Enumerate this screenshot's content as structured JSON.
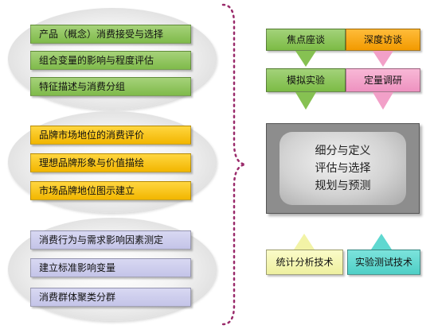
{
  "left_groups": [
    {
      "items": [
        "产品（概念）消费接受与选择",
        "组合变量的影响与程度评估",
        "特征描述与消费分组"
      ]
    },
    {
      "items": [
        "品牌市场地位的消费评价",
        "理想品牌形象与价值描绘",
        "市场品牌地位图示建立"
      ]
    },
    {
      "items": [
        "消费行为与需求影响因素测定",
        "建立标准影响变量",
        "消费群体聚类分群"
      ]
    }
  ],
  "methods": {
    "focus_group": "焦点座谈",
    "in_depth": "深度访谈",
    "simulation": "模拟实验",
    "quant": "定量调研"
  },
  "center": {
    "line1": "细分与定义",
    "line2": "评估与选择",
    "line3": "规划与预测"
  },
  "techniques": {
    "stats": "统计分析技术",
    "experiment": "实验测试技术"
  },
  "colors": {
    "green": "#8cc25a",
    "yellow": "#f7c000",
    "lavender": "#cfcfee",
    "orange": "#f5a000",
    "pink": "#f2a0c8",
    "light_yellow": "#f6f7b0",
    "cyan": "#5fd8d0",
    "brace": "#9a2b6b"
  }
}
